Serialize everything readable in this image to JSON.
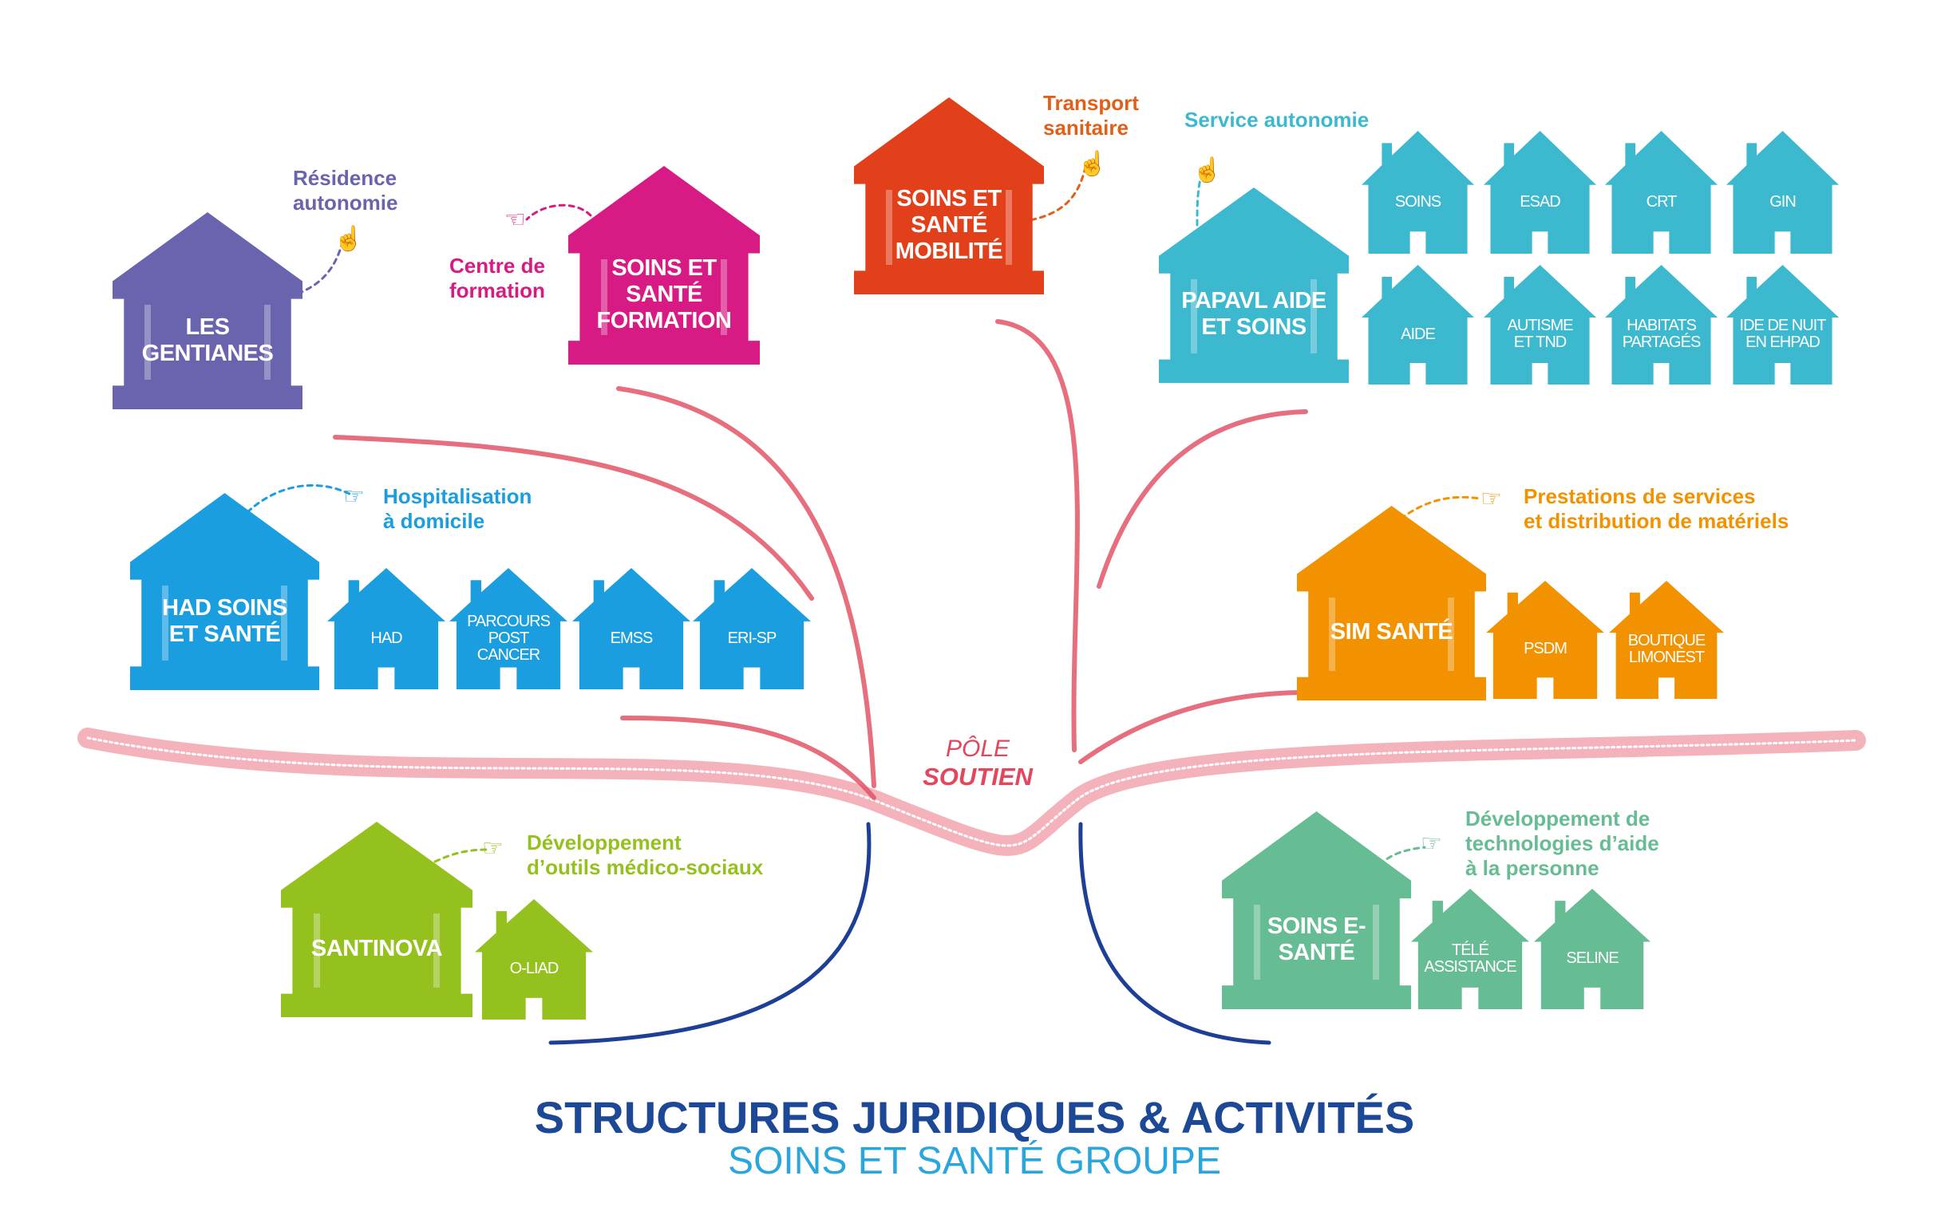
{
  "colors": {
    "violet": "#6a64ae",
    "magenta": "#d81b84",
    "red": "#e2401a",
    "cyan": "#3cb8cf",
    "blue": "#1a9ee0",
    "orange": "#f39200",
    "lime": "#95c11f",
    "green": "#66bc93",
    "pole": "#e2475e",
    "navy": "#1c4896"
  },
  "gentianes": {
    "name": "LES GENTIANES",
    "caption": "Résidence\nautonomie"
  },
  "formation": {
    "name": "SOINS ET SANTÉ FORMATION",
    "caption": "Centre de\nformation"
  },
  "mobilite": {
    "name": "SOINS ET SANTÉ MOBILITÉ",
    "caption": "Transport\nsanitaire"
  },
  "papavl": {
    "name": "PAPAVL AIDE ET SOINS",
    "caption": "Service autonomie",
    "services": [
      "SOINS",
      "ESAD",
      "CRT",
      "GIN",
      "AIDE",
      "AUTISME\nET TND",
      "HABITATS\nPARTAGÉS",
      "IDE DE NUIT\nEN EHPAD"
    ]
  },
  "had": {
    "name": "HAD SOINS ET SANTÉ",
    "caption": "Hospitalisation\nà domicile",
    "services": [
      "HAD",
      "PARCOURS\nPOST\nCANCER",
      "EMSS",
      "ERI-SP"
    ]
  },
  "sim": {
    "name": "SIM SANTÉ",
    "caption": "Prestations de services\net distribution de matériels",
    "services": [
      "PSDM",
      "BOUTIQUE\nLIMONEST"
    ]
  },
  "santinova": {
    "name": "SANTINOVA",
    "caption": "Développement\nd’outils médico-sociaux",
    "services": [
      "O-LIAD"
    ]
  },
  "esante": {
    "name": "SOINS E-SANTÉ",
    "caption": "Développement de\ntechnologies d’aide\nà la personne",
    "services": [
      "TÉLÉ\nASSISTANCE",
      "SELINE"
    ]
  },
  "pole": {
    "line1": "PÔLE",
    "line2": "SOUTIEN"
  },
  "footer": {
    "title": "STRUCTURES JURIDIQUES & ACTIVITÉS",
    "subtitle": "SOINS ET SANTÉ GROUPE"
  }
}
